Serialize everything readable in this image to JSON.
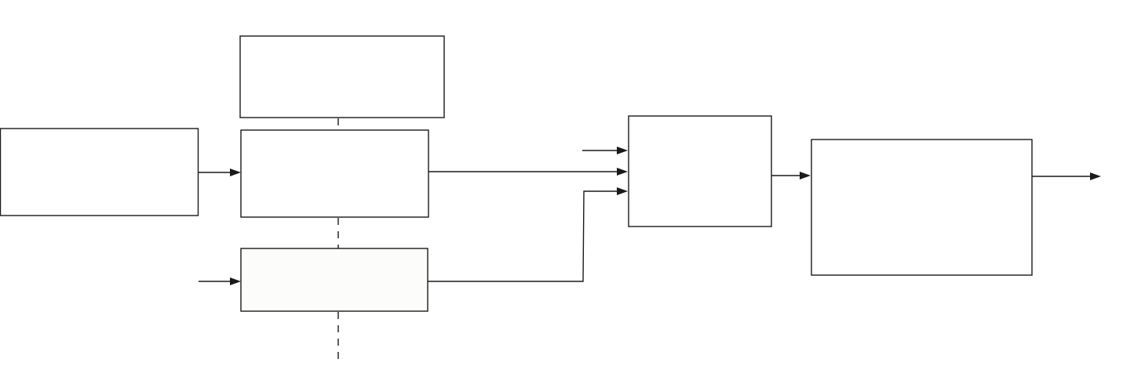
{
  "diagram": {
    "type": "block-diagram",
    "blocks": [
      "left-block",
      "top-block",
      "center-block",
      "lower-block",
      "mixer-block",
      "output-block"
    ],
    "colors": {
      "stroke": "#1a1a1a",
      "background": "#ffffff",
      "lower_block_fill": "#fcfcfa"
    }
  }
}
